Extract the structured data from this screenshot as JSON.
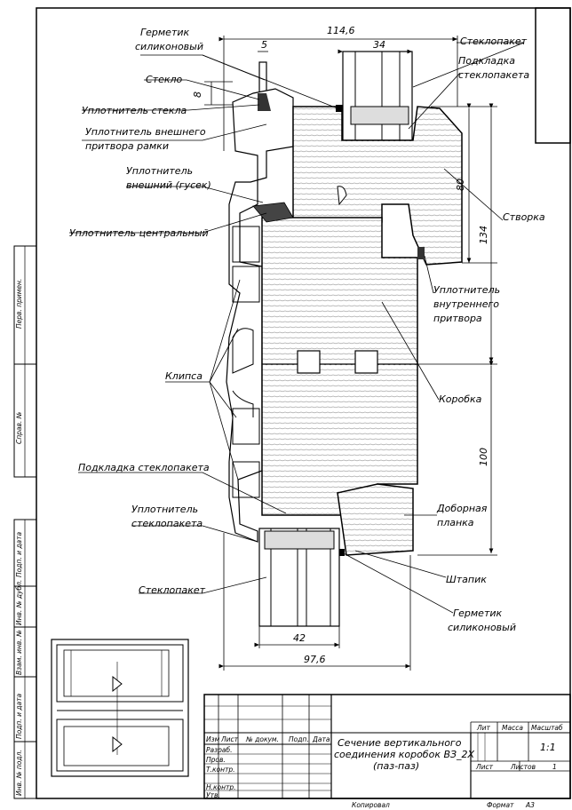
{
  "drawing": {
    "labels": {
      "sealant_top": [
        "Герметик",
        "силиконовый"
      ],
      "glass": "Стекло",
      "glass_seal": "Уплотнитель стекла",
      "outer_seal_frame": [
        "Уплотнитель внешнего",
        "притвора рамки"
      ],
      "outer_seal_gusek": [
        "Уплотнитель",
        "внешний (гусек)"
      ],
      "central_seal": "Уплотнитель центральный",
      "clips": "Клипса",
      "glass_pad_left": "Подкладка стеклопакета",
      "glass_unit_seal": [
        "Уплотнитель",
        "стеклопакета"
      ],
      "glass_unit_bottom_left": "Стеклопакет",
      "glass_unit_top_right": "Стеклопакет",
      "glass_pad_right": [
        "Подкладка",
        "стеклопакета"
      ],
      "sash": "Створка",
      "inner_seal": [
        "Уплотнитель",
        "внутреннего",
        "притвора"
      ],
      "box": "Коробка",
      "extra_plank": [
        "Доборная",
        "планка"
      ],
      "bead": "Штапик",
      "sealant_bottom": [
        "Герметик",
        "силиконовый"
      ]
    },
    "dimensions": {
      "total_top": "114,6",
      "d5": "5",
      "d34": "34",
      "d8": "8",
      "d80": "80",
      "d134": "134",
      "d100": "100",
      "d42": "42",
      "total_bottom": "97,6"
    }
  },
  "side_strip": [
    "Перв. примен.",
    "Справ. №",
    "Подп. и дата",
    "Инв. № дубл.",
    "Взам. инв. №",
    "Подп. и дата",
    "Инв. № подл."
  ],
  "title_block": {
    "headers": [
      "Изм",
      "Лист",
      "№ докум.",
      "Подп.",
      "Дата"
    ],
    "rows": [
      "Разраб.",
      "Пров.",
      "Т.контр.",
      "",
      "Н.контр.",
      "Утв."
    ],
    "title_lines": [
      "Сечение вертикального",
      "соединения коробок ВЗ_2Х",
      "(паз-паз)"
    ],
    "lit": "Лит",
    "mass": "Масса",
    "scale_label": "Масштаб",
    "scale": "1:1",
    "sheet": "Лист",
    "sheets": "Листов",
    "sheets_value": "1"
  },
  "footer": {
    "copied": "Копировал",
    "format": "Формат",
    "format_value": "A3"
  }
}
